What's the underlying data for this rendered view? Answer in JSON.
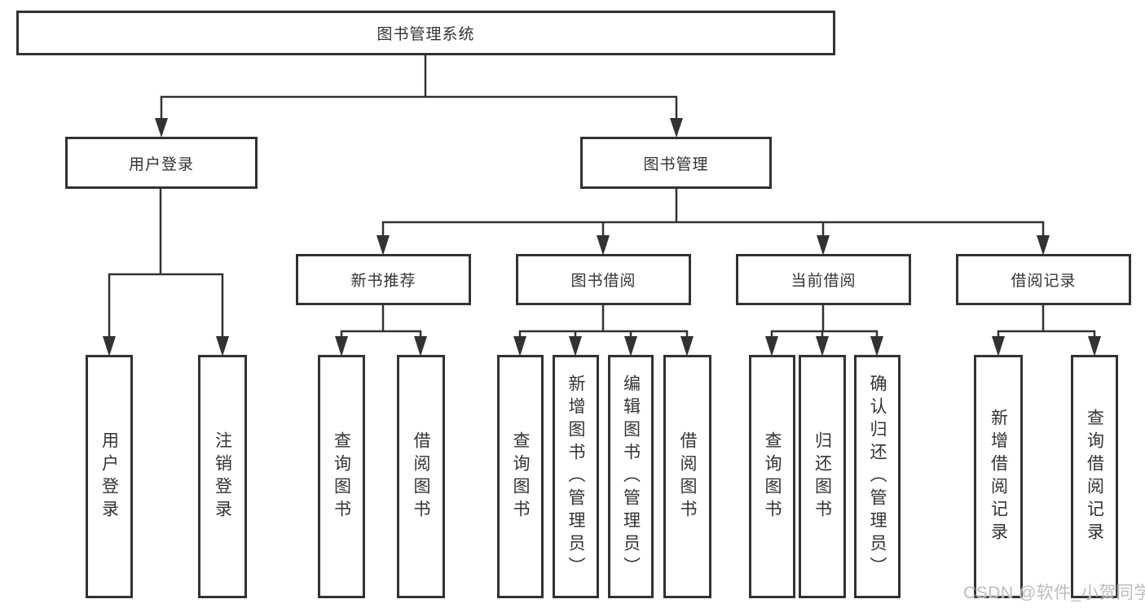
{
  "nodes": {
    "root": {
      "label": "图书管理系统"
    },
    "level2": [
      {
        "label": "用户登录"
      },
      {
        "label": "图书管理"
      }
    ],
    "level3": [
      {
        "label": "新书推荐"
      },
      {
        "label": "图书借阅"
      },
      {
        "label": "当前借阅"
      },
      {
        "label": "借阅记录"
      }
    ],
    "leaves_user_login": [
      {
        "label": "用户登录"
      },
      {
        "label": "注销登录"
      }
    ],
    "leaves_new_book": [
      {
        "label": "查询图书"
      },
      {
        "label": "借阅图书"
      }
    ],
    "leaves_book_borrow": [
      {
        "label": "查询图书"
      },
      {
        "label": "新增图书（管理员）"
      },
      {
        "label": "编辑图书（管理员）"
      },
      {
        "label": "借阅图书"
      }
    ],
    "leaves_current_borrow": [
      {
        "label": "查询图书"
      },
      {
        "label": "归还图书"
      },
      {
        "label": "确认归还（管理员）"
      }
    ],
    "leaves_borrow_record": [
      {
        "label": "新增借阅记录"
      },
      {
        "label": "查询借阅记录"
      }
    ]
  },
  "watermark": "CSDN @软件_小贺同学",
  "colors": {
    "line": "#323232",
    "text": "#333333",
    "background": "#ffffff",
    "watermark": "#bcbcbc"
  }
}
